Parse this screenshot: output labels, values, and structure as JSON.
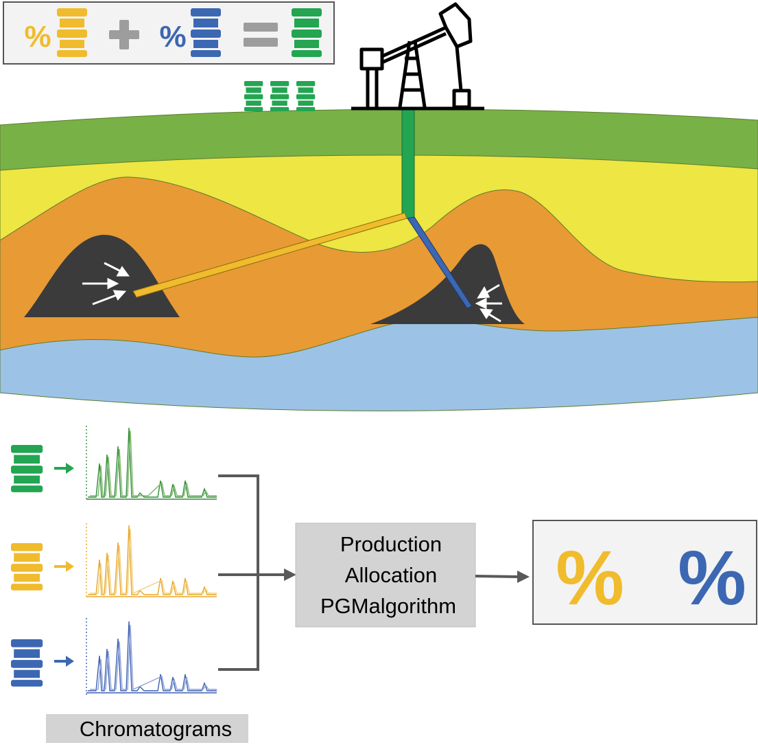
{
  "equation": {
    "percent_symbol": "%",
    "plus_symbol": "+",
    "equals_symbol": "="
  },
  "process": {
    "algorithm_lines": [
      "Production",
      "Allocation",
      "PGMalgorithm"
    ],
    "result_symbol": "%",
    "chromatograms_label": "Chromatograms"
  },
  "colors": {
    "green": "#23a552",
    "yellow": "#f0bb2c",
    "blue": "#3c67b2",
    "gray": "#a7a7a7",
    "soil_green": "#78b146",
    "soil_yellow": "#ede643",
    "soil_orange": "#e89a35",
    "water_blue": "#9cc3e5",
    "reservoir_dark": "#3b3b3b"
  },
  "icons": [
    "barrel-icon",
    "pumpjack-icon",
    "arrow-icon",
    "chromatogram-icon",
    "percent-icon"
  ]
}
